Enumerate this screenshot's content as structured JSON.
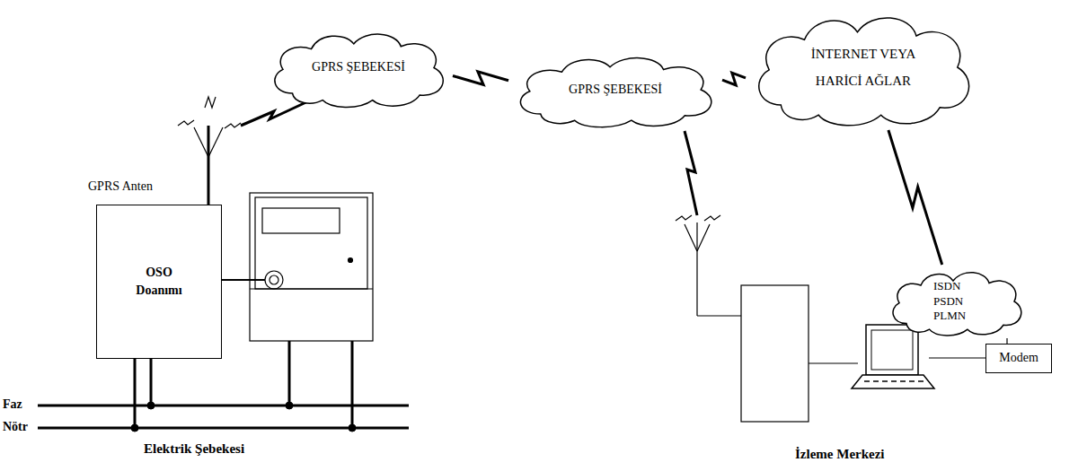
{
  "diagram": {
    "nodes": [
      {
        "text": [
          "GPRS ŞEBEKESİ"
        ]
      },
      {
        "text": [
          "GPRS ŞEBEKESİ"
        ]
      },
      {
        "text": [
          "İNTERNET VEYA HARİCİ AĞLAR"
        ]
      },
      {
        "text": [
          "ISDN PSDN PLMN"
        ]
      },
      {
        "text": [
          "OSO",
          "Doanımı"
        ]
      },
      {
        "text": [
          "Modem"
        ]
      }
    ],
    "edges": [
      {
        "from": 0,
        "to": 1,
        "arrow": "none"
      },
      {
        "from": 1,
        "to": 2,
        "arrow": "none"
      },
      {
        "from": 2,
        "to": 3,
        "arrow": "none"
      },
      {
        "from": 3,
        "to": 5,
        "arrow": "none"
      }
    ],
    "labels": [
      "GPRS Anten",
      "Faz",
      "Nötr",
      "Elektrik Şebekesi",
      "İzleme Merkezi"
    ]
  }
}
